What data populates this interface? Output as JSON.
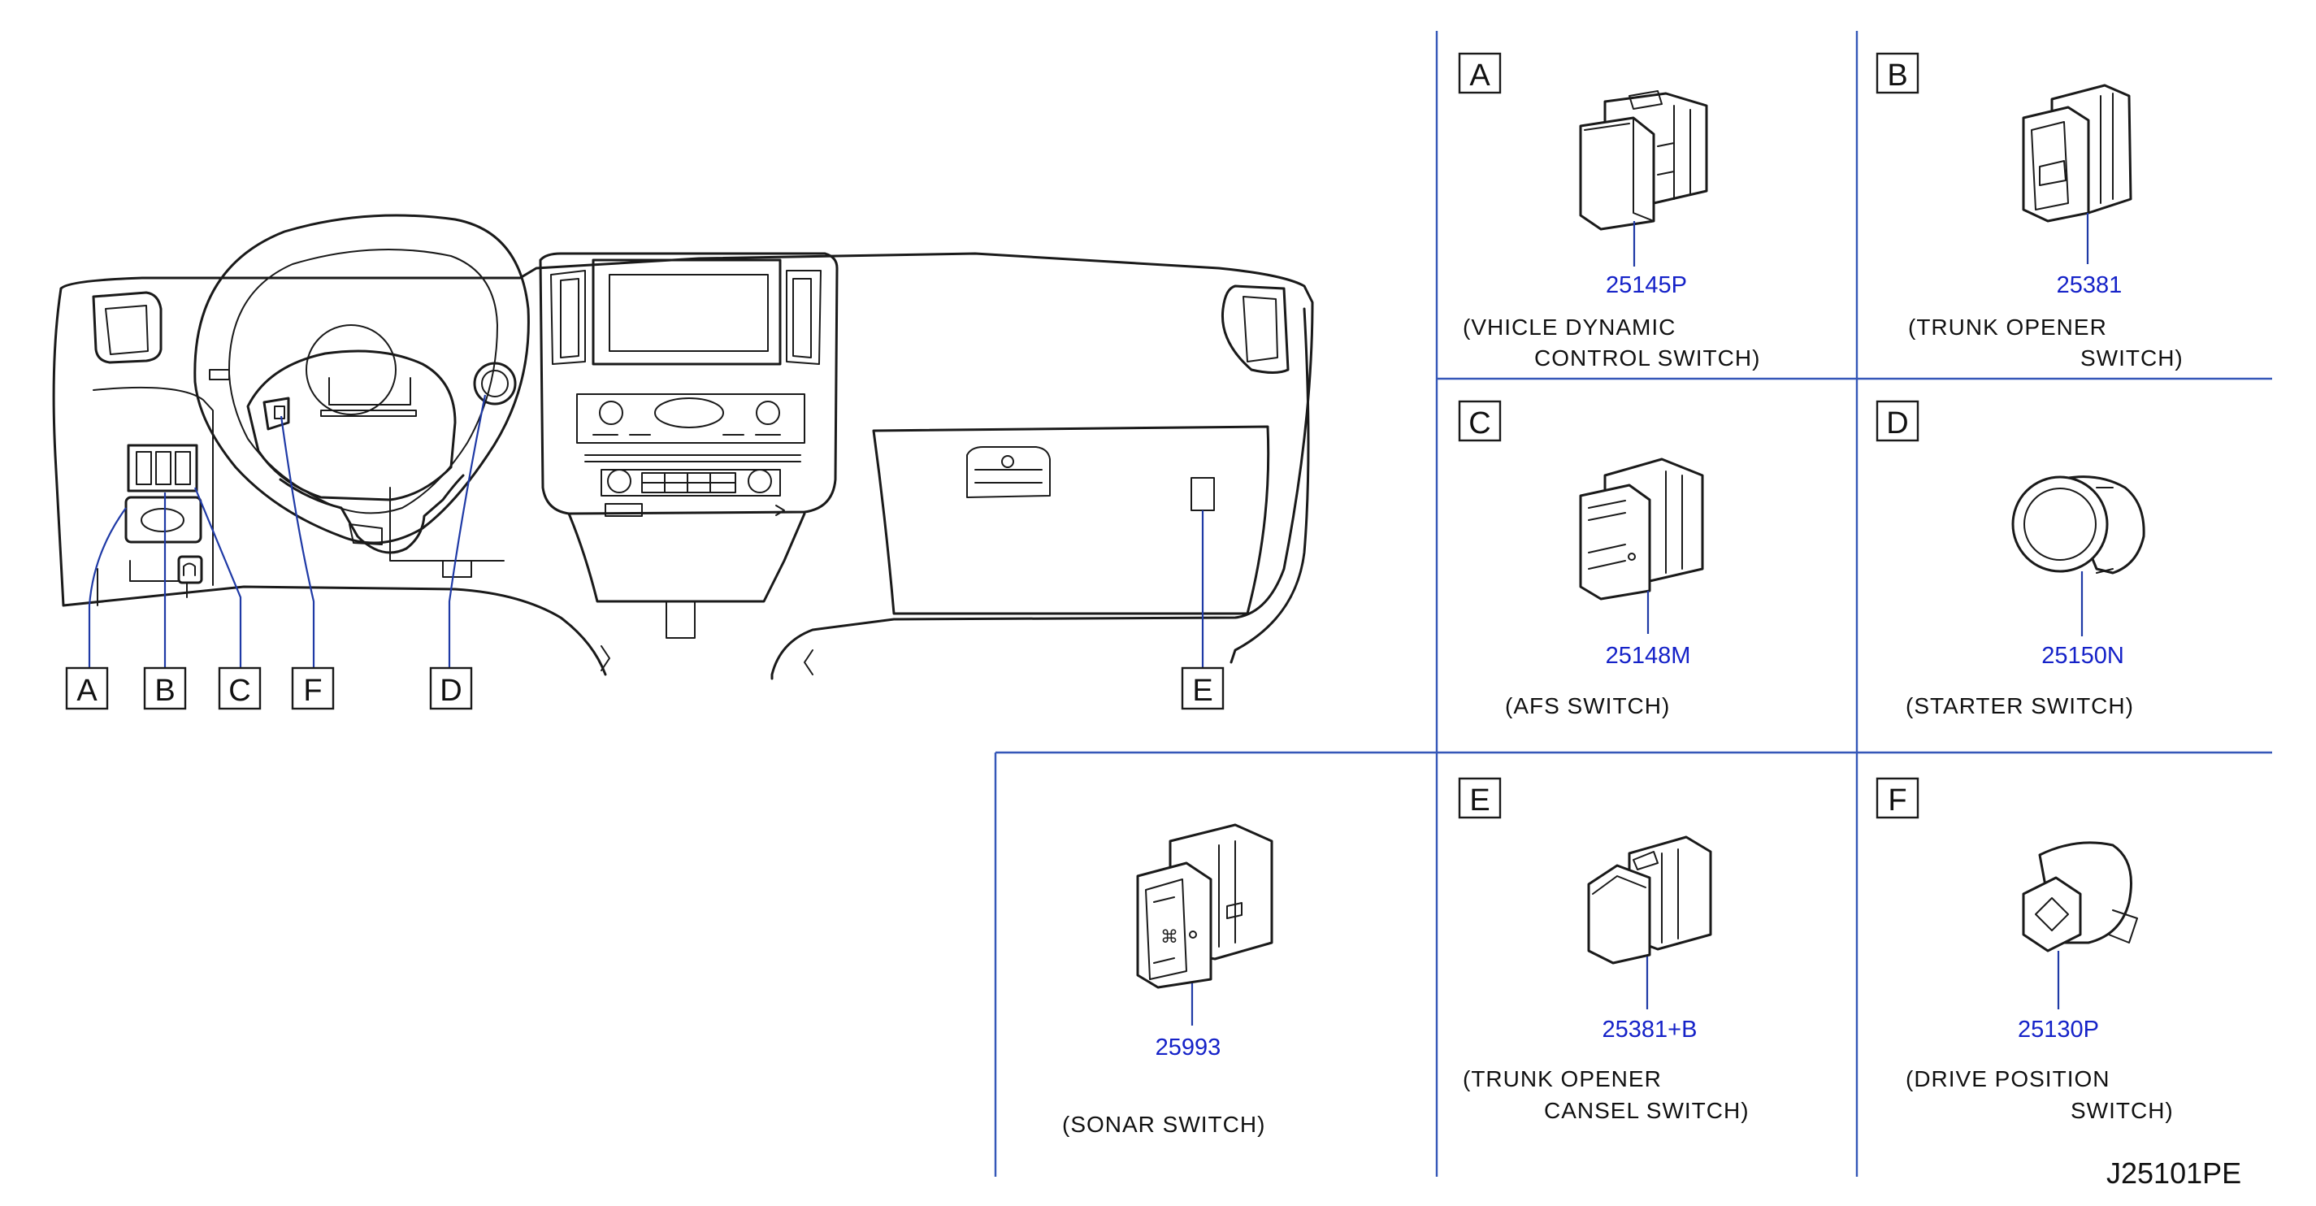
{
  "dashboard_labels": [
    "A",
    "B",
    "C",
    "F",
    "D",
    "E"
  ],
  "panels": {
    "A": {
      "letter": "A",
      "part": "25145P",
      "desc1": "(VHICLE   DYNAMIC",
      "desc2": "CONTROL   SWITCH)"
    },
    "B": {
      "letter": "B",
      "part": "25381",
      "desc1": "(TRUNK    OPENER",
      "desc2": "SWITCH)"
    },
    "C": {
      "letter": "C",
      "part": "25148M",
      "desc1": "(AFS    SWITCH)",
      "desc2": ""
    },
    "D": {
      "letter": "D",
      "part": "25150N",
      "desc1": "(STARTER    SWITCH)",
      "desc2": ""
    },
    "E": {
      "letter": "E",
      "part": "25381+B",
      "desc1": "(TRUNK    OPENER",
      "desc2": "CANSEL   SWITCH)"
    },
    "F": {
      "letter": "F",
      "part": "25130P",
      "desc1": "(DRIVE    POSITION",
      "desc2": "SWITCH)"
    },
    "S": {
      "letter": "",
      "part": "25993",
      "desc1": "(SONAR    SWITCH)",
      "desc2": ""
    }
  },
  "diagram_code": "J25101PE"
}
